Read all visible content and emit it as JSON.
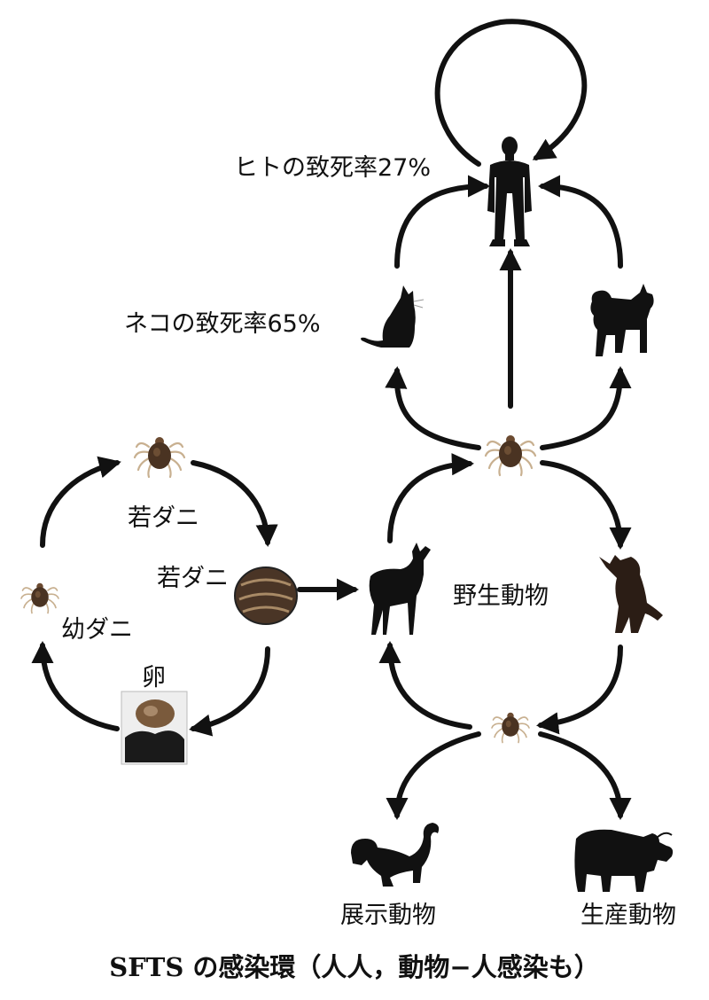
{
  "labels": {
    "human_fatality": "ヒトの致死率27%",
    "cat_fatality": "ネコの致死率65%",
    "nymph_tick_top": "若ダニ",
    "nymph_tick_engorged": "若ダニ",
    "larva_tick": "幼ダニ",
    "egg": "卵",
    "wild_animals": "野生動物",
    "zoo_animals": "展示動物",
    "livestock": "生産動物"
  },
  "caption": "SFTS の感染環（人人，動物−人感染も）",
  "icons": [
    "human-icon",
    "cat-icon",
    "dog-icon",
    "tick-icon",
    "deer-icon",
    "raccoon-icon",
    "egg-mass-icon",
    "monkey-icon",
    "cattle-icon"
  ],
  "colors": {
    "ink": "#111111",
    "tick_body": "#4a3322",
    "tick_legs": "#c8b090",
    "raccoon": "#2b1d15"
  }
}
